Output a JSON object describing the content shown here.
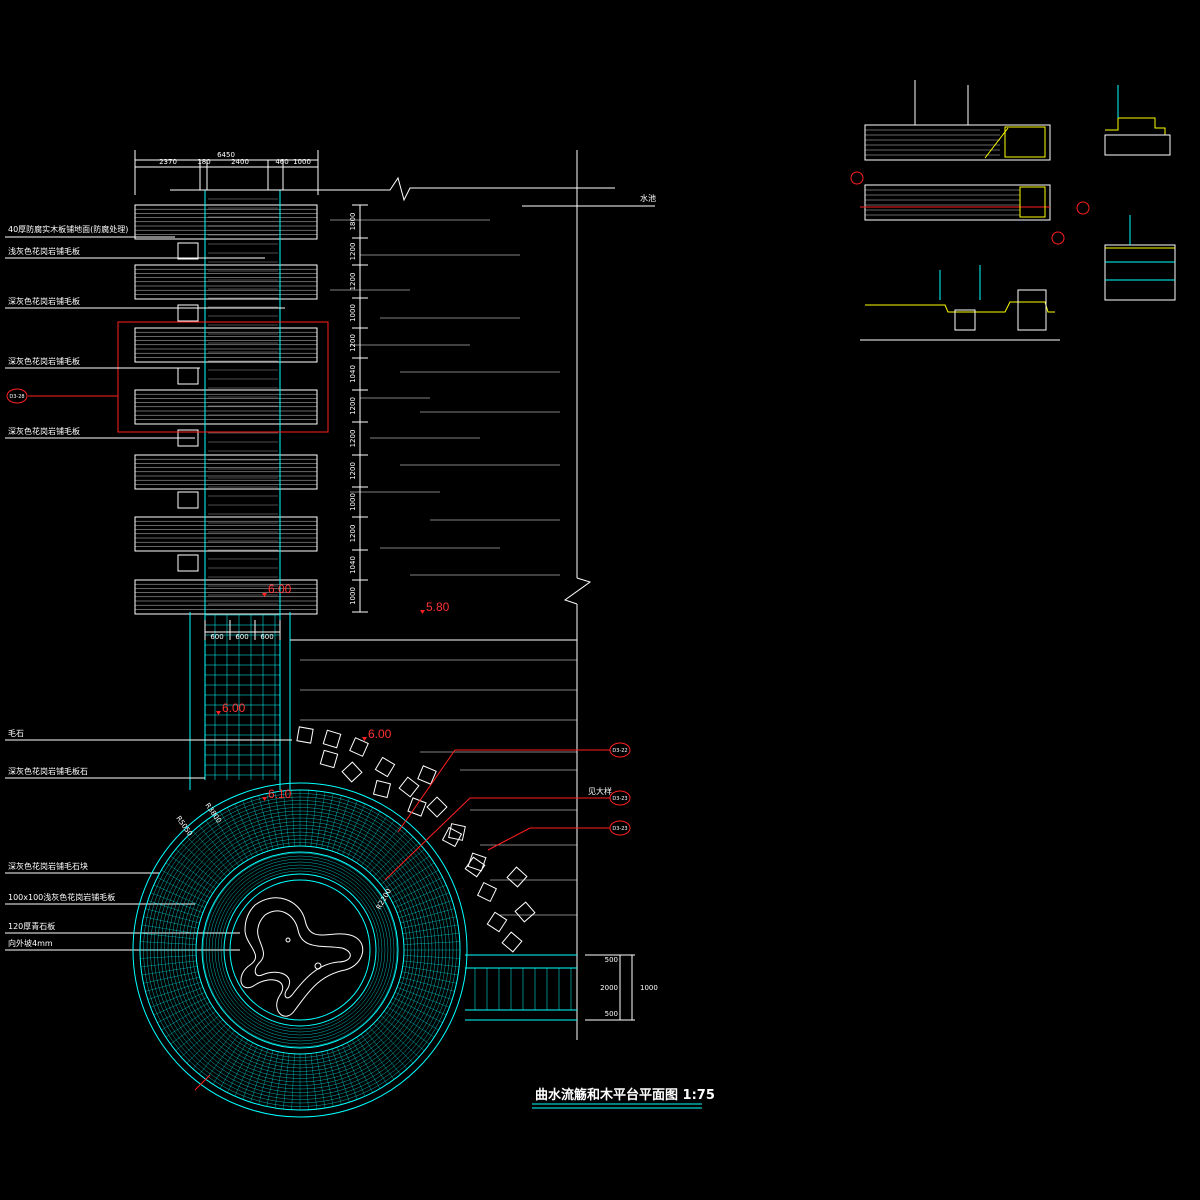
{
  "drawing": {
    "title": "曲水流觞和木平台平面图 1:75",
    "colors": {
      "background": "#000000",
      "cyan": "#00ffff",
      "white": "#ffffff",
      "red": "#ff2020",
      "yellow": "#ffff00"
    }
  },
  "top_dims": {
    "overall": "6450",
    "parts": [
      "2370",
      "180",
      "2400",
      "460",
      "1000"
    ]
  },
  "right_dims": [
    "1800",
    "1200",
    "1200",
    "1000",
    "1200",
    "1040",
    "1200",
    "1200",
    "1200",
    "1000",
    "1200",
    "1040",
    "1000"
  ],
  "bottom_dims": [
    "600",
    "600",
    "600"
  ],
  "callouts": [
    "40厚防腐实木板铺地面(防腐处理)",
    "浅灰色花岗岩铺毛板",
    "深灰色花岗岩铺毛板",
    "深灰色花岗岩铺毛板",
    "深灰色花岗岩铺毛板",
    "毛石",
    "深灰色花岗岩铺毛板石",
    "深灰色花岗岩铺毛石块",
    "100x100浅灰色花岗岩铺毛板",
    "120厚青石板",
    "向外坡4mm"
  ],
  "ref_tag": "D3-28",
  "right_tags": [
    "D3-22",
    "D3-23",
    "D3-23"
  ],
  "right_note": "见大样",
  "water_label": "水池",
  "elevations": [
    "6.00",
    "5.80",
    "6.00",
    "6.00",
    "6.10"
  ],
  "circle_dims": [
    "R5050",
    "R3800",
    "R2200"
  ],
  "side_dims": [
    "500",
    "2000",
    "500",
    "1000"
  ]
}
